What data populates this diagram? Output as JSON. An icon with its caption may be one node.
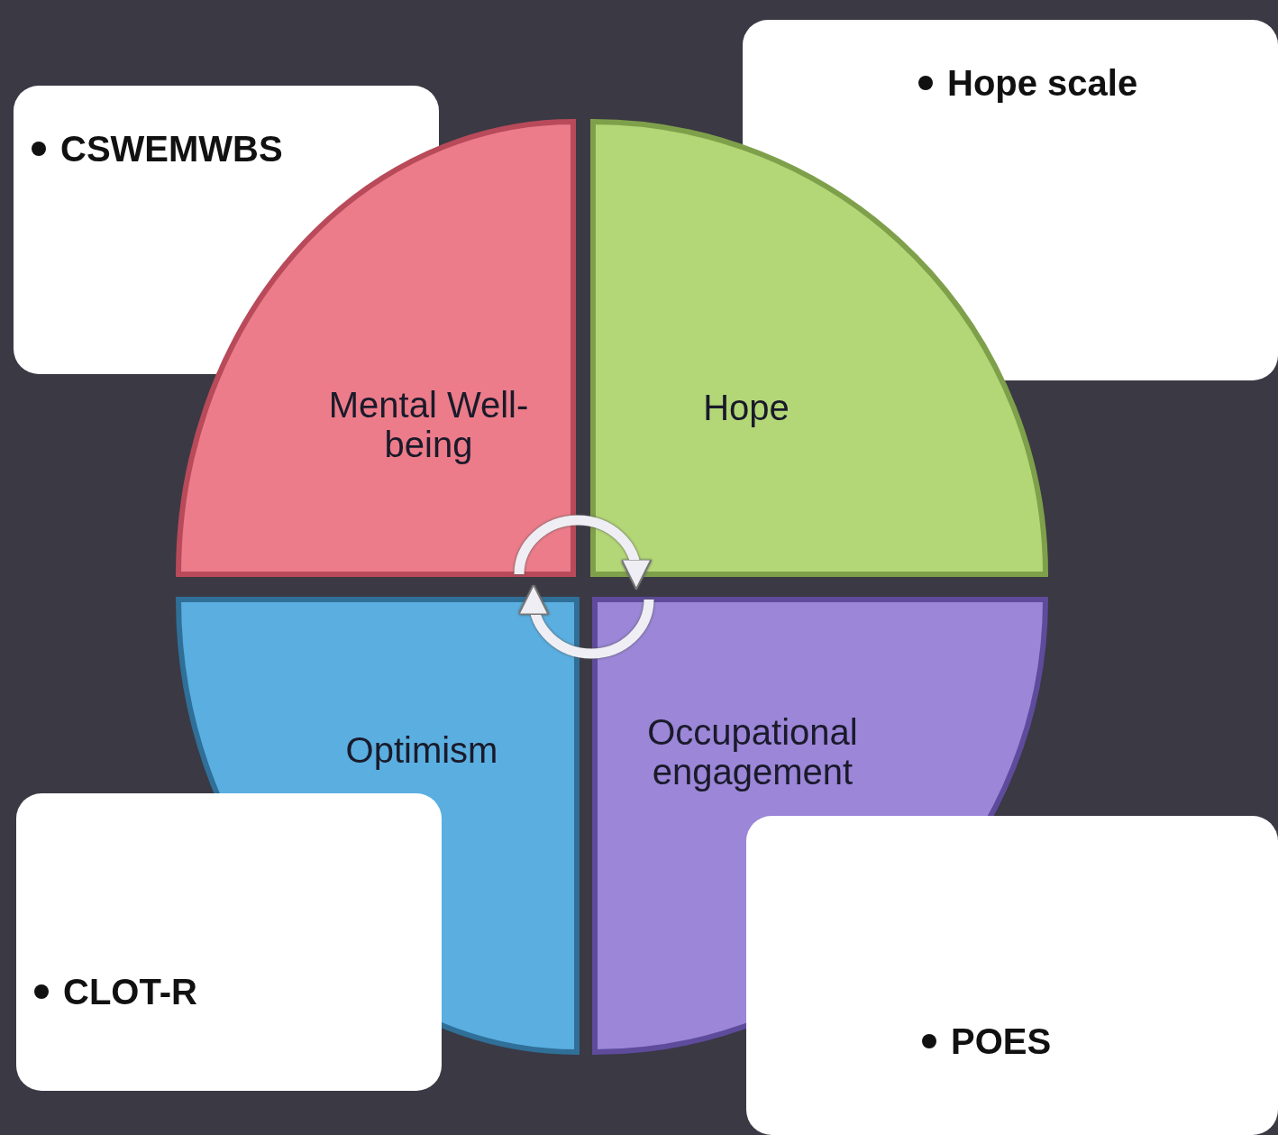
{
  "diagram": {
    "nodes": [
      {
        "text": [
          "CSWEMWBS"
        ]
      },
      {
        "text": [
          "Hope scale"
        ]
      },
      {
        "text": [
          "Mental Well-being"
        ]
      },
      {
        "text": [
          "Hope"
        ]
      },
      {
        "text": [
          "Optimism"
        ]
      },
      {
        "text": [
          "Occupational engagement"
        ]
      },
      {
        "text": [
          "CLOT-R"
        ]
      },
      {
        "text": [
          "POES"
        ]
      }
    ],
    "edges": [
      {
        "from": 2,
        "to": 3,
        "arrow": "to"
      },
      {
        "from": 5,
        "to": 4,
        "arrow": "to"
      }
    ]
  }
}
